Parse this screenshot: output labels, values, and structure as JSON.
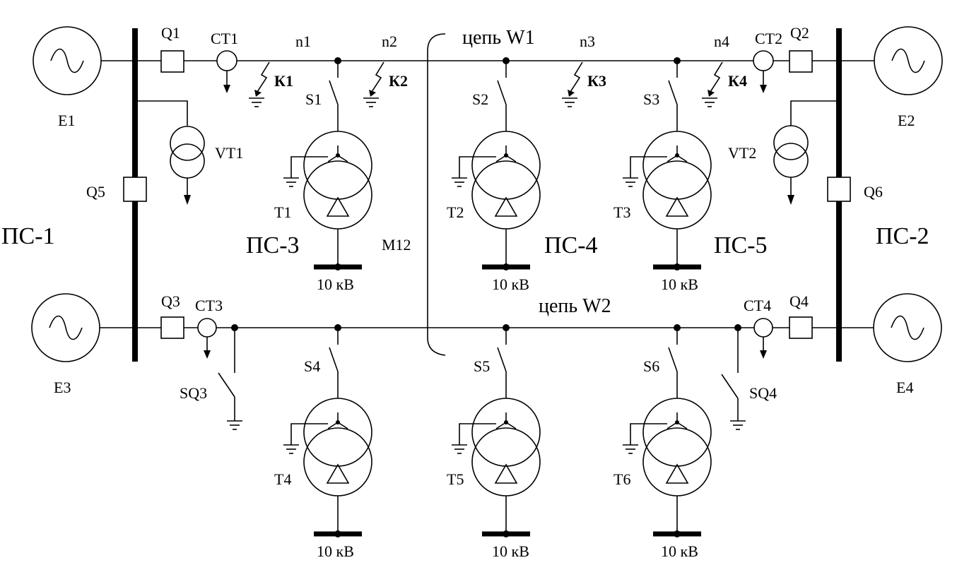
{
  "substations": {
    "ps1": "ПС-1",
    "ps2": "ПС-2",
    "ps3": "ПС-3",
    "ps4": "ПС-4",
    "ps5": "ПС-5"
  },
  "circuits": {
    "w1": "цепь W1",
    "w2": "цепь W2",
    "m12": "M12"
  },
  "generators": {
    "e1": "E1",
    "e2": "E2",
    "e3": "E3",
    "e4": "E4"
  },
  "breakers": {
    "q1": "Q1",
    "q2": "Q2",
    "q3": "Q3",
    "q4": "Q4",
    "q5": "Q5",
    "q6": "Q6"
  },
  "current_transformers": {
    "ct1": "CT1",
    "ct2": "CT2",
    "ct3": "CT3",
    "ct4": "CT4"
  },
  "voltage_transformers": {
    "vt1": "VT1",
    "vt2": "VT2"
  },
  "nodes": {
    "n1": "n1",
    "n2": "n2",
    "n3": "n3",
    "n4": "n4"
  },
  "faults": {
    "k1": "К1",
    "k2": "К2",
    "k3": "К3",
    "k4": "К4"
  },
  "switches": {
    "s1": "S1",
    "s2": "S2",
    "s3": "S3",
    "s4": "S4",
    "s5": "S5",
    "s6": "S6",
    "sq3": "SQ3",
    "sq4": "SQ4"
  },
  "transformers": {
    "t1": "T1",
    "t2": "T2",
    "t3": "T3",
    "t4": "T4",
    "t5": "T5",
    "t6": "T6"
  },
  "lv_bus_label": "10 кВ"
}
